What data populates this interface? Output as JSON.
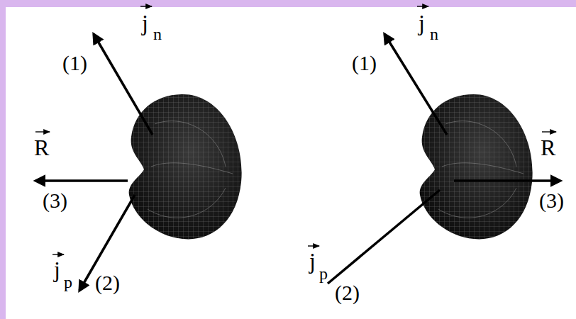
{
  "diagram": {
    "labels": [
      "j",
      "n",
      "(1)",
      "R",
      "(3)",
      "j",
      "p",
      "(2)",
      "j",
      "n",
      "(1)",
      "R",
      "(3)",
      "j",
      "p",
      "(2)"
    ]
  }
}
